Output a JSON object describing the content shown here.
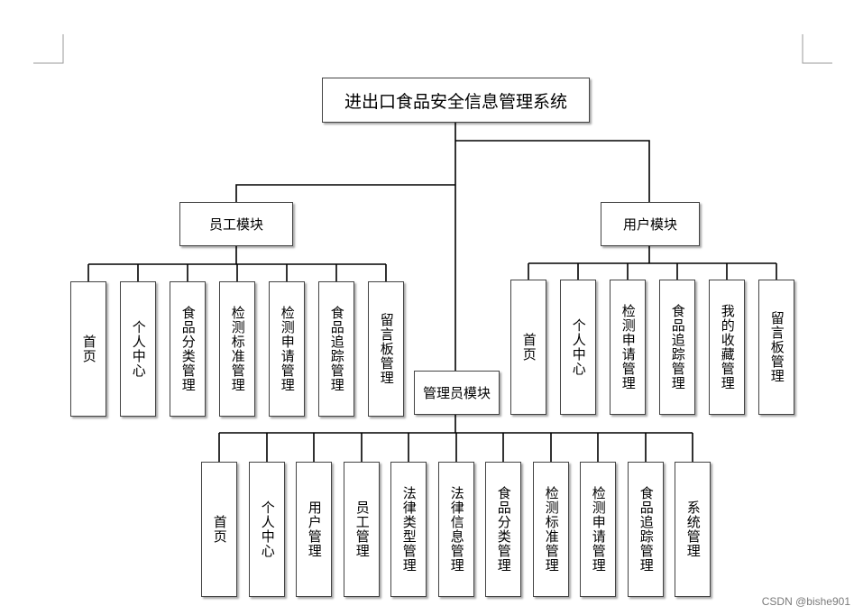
{
  "diagram": {
    "root": "进出口食品安全信息管理系统",
    "modules": [
      {
        "label": "员工模块",
        "items": [
          "首页",
          "个人中心",
          "食品分类管理",
          "检测标准管理",
          "检测申请管理",
          "食品追踪管理",
          "留言板管理"
        ]
      },
      {
        "label": "管理员模块",
        "items": [
          "首页",
          "个人中心",
          "用户管理",
          "员工管理",
          "法律类型管理",
          "法律信息管理",
          "食品分类管理",
          "检测标准管理",
          "检测申请管理",
          "食品追踪管理",
          "系统管理"
        ]
      },
      {
        "label": "用户模块",
        "items": [
          "首页",
          "个人中心",
          "检测申请管理",
          "食品追踪管理",
          "我的收藏管理",
          "留言板管理"
        ]
      }
    ]
  },
  "watermark": "CSDN @bishe901"
}
